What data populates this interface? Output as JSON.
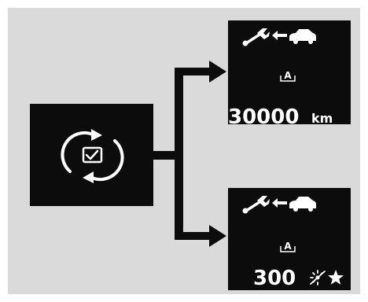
{
  "diagram": {
    "colors": {
      "background": "#dadada",
      "screen": "#0c0c0c",
      "glyph": "#ffffff",
      "arrow": "#0c0c0c"
    },
    "main_display": {
      "icon": "maintenance-check-cycle-icon"
    },
    "top_display": {
      "header_icons": [
        "wrench-icon",
        "arrow-left-icon",
        "car-icon"
      ],
      "mode_icon": "letter-a-mode-icon",
      "mode_letter": "A",
      "value": "30000",
      "unit": "km"
    },
    "bottom_display": {
      "header_icons": [
        "wrench-icon",
        "arrow-left-icon",
        "car-icon"
      ],
      "mode_icon": "letter-a-mode-icon",
      "mode_letter": "A",
      "value": "300",
      "unit_icons": [
        "day-icon",
        "star-icon"
      ]
    }
  }
}
